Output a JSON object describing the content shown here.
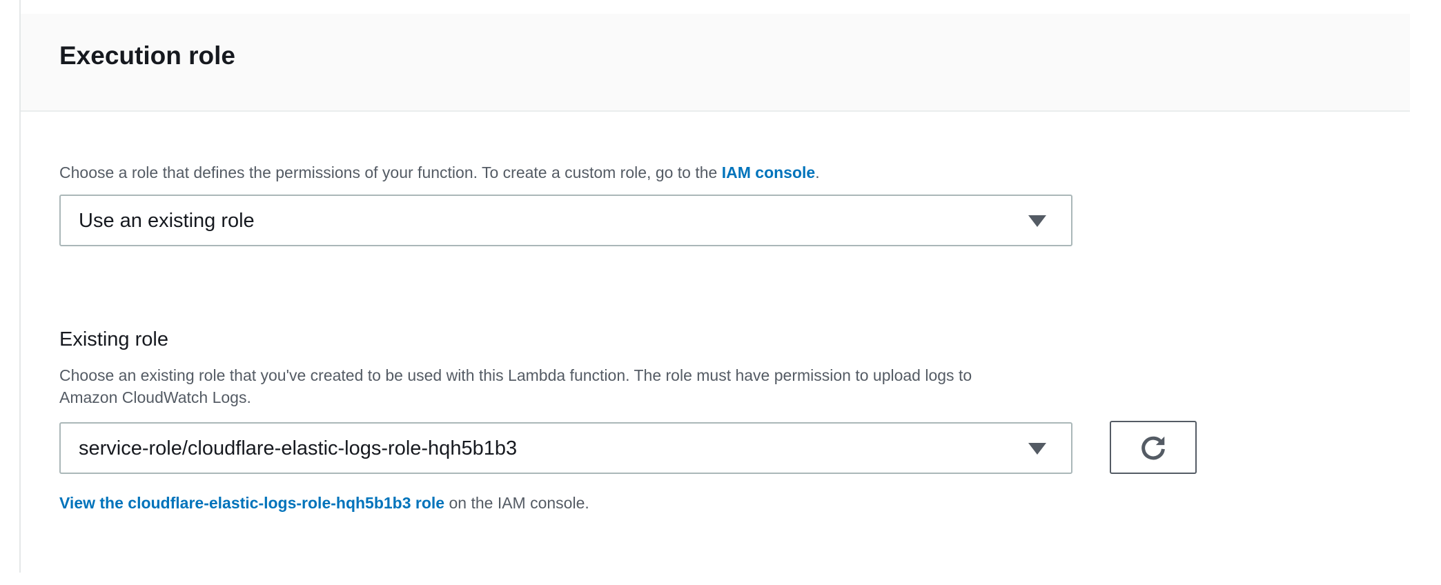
{
  "section": {
    "title": "Execution role"
  },
  "role_type": {
    "description": "Choose a role that defines the permissions of your function. To create a custom role, go to the ",
    "description_link": "IAM console",
    "description_end": ".",
    "selected": "Use an existing role"
  },
  "existing_role": {
    "label": "Existing role",
    "description_line1": "Choose an existing role that you've created to be used with this Lambda function. The role must have permission to upload logs to",
    "description_line2": "Amazon CloudWatch Logs.",
    "selected": "service-role/cloudflare-elastic-logs-role-hqh5b1b3",
    "refresh_icon": "refresh-icon",
    "view_link": "View the cloudflare-elastic-logs-role-hqh5b1b3 role",
    "view_suffix": " on the IAM console."
  },
  "colors": {
    "link": "#0073bb",
    "text": "#16191f",
    "muted": "#545b64",
    "header_bg": "#fafafa"
  }
}
